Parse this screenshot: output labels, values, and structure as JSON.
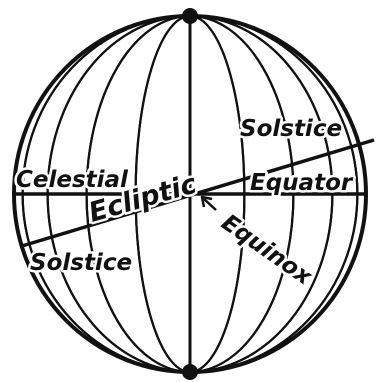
{
  "diagram": {
    "labels": {
      "celestial": "Celestial",
      "equator": "Equator",
      "ecliptic": "Ecliptic",
      "solstice_upper": "Solstice",
      "solstice_lower": "Solstice",
      "equinox": "Equinox"
    },
    "colors": {
      "ink": "#111111",
      "background": "#ffffff"
    }
  }
}
